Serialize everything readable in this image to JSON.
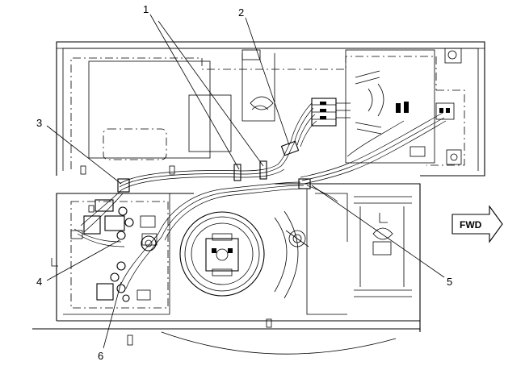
{
  "diagram": {
    "direction_arrow": {
      "label": "FWD"
    },
    "callouts": [
      {
        "id": "1",
        "text": "1"
      },
      {
        "id": "2",
        "text": "2"
      },
      {
        "id": "3",
        "text": "3"
      },
      {
        "id": "4",
        "text": "4"
      },
      {
        "id": "5",
        "text": "5"
      },
      {
        "id": "6",
        "text": "6"
      }
    ]
  }
}
